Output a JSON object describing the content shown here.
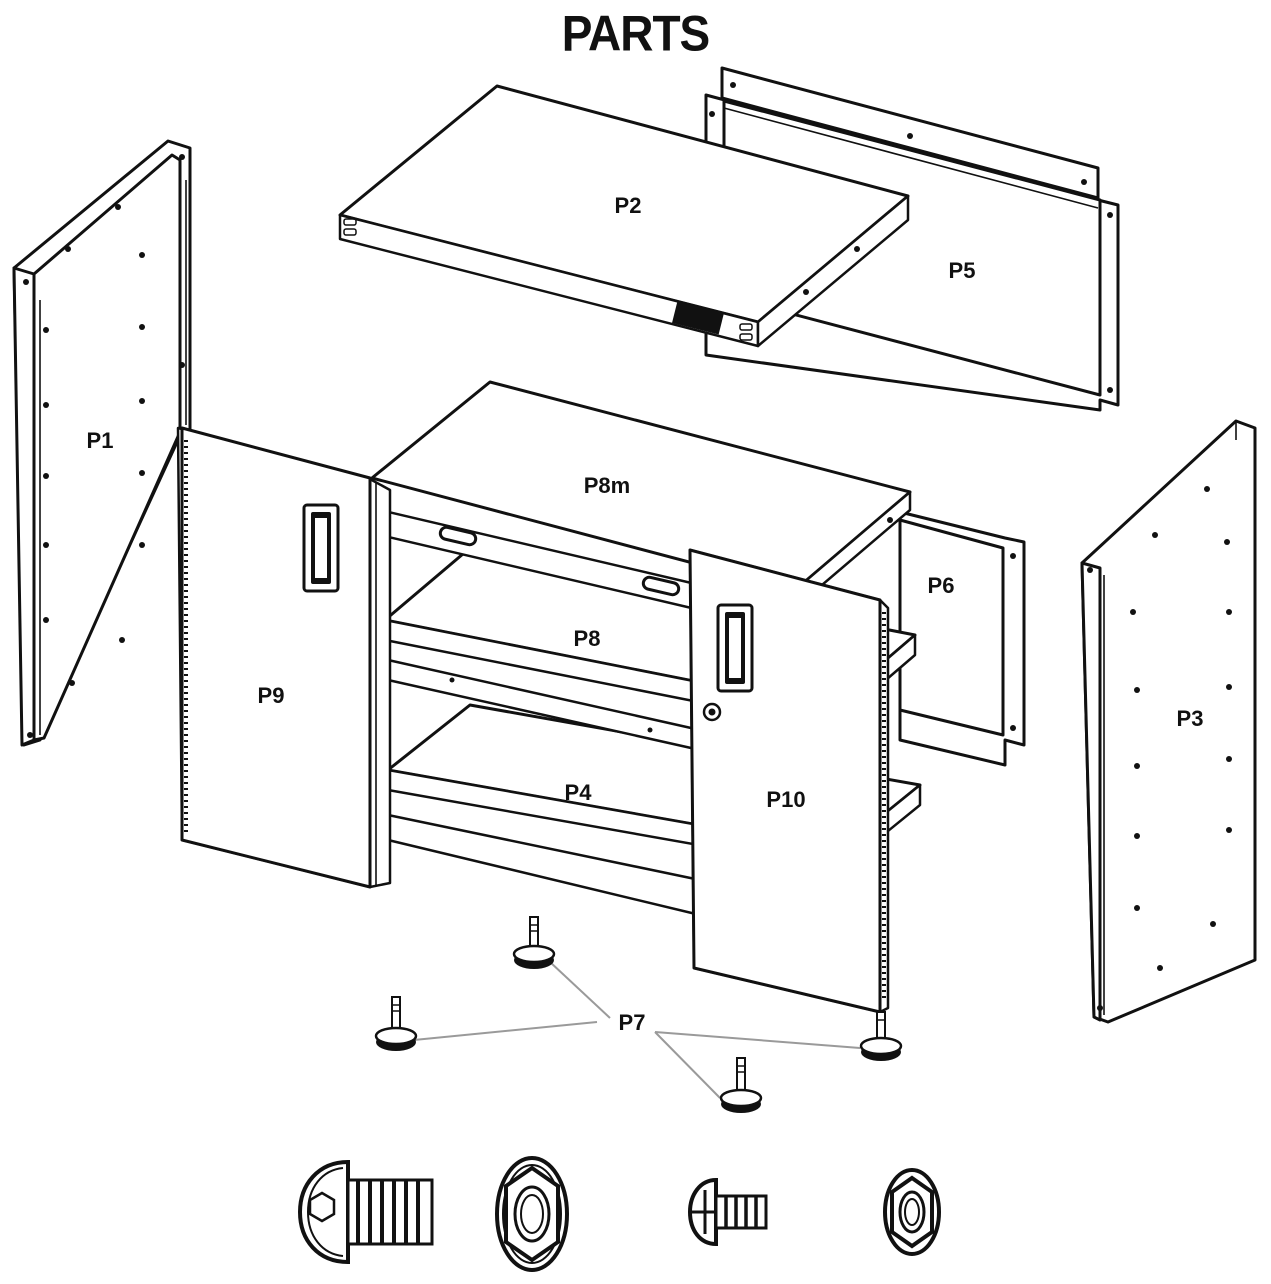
{
  "title": "PARTS",
  "parts": {
    "p1": "P1",
    "p2": "P2",
    "p3": "P3",
    "p4": "P4",
    "p5": "P5",
    "p6": "P6",
    "p7": "P7",
    "p8": "P8",
    "p8m": "P8m",
    "p9": "P9",
    "p10": "P10"
  },
  "hardware": [
    "hex-socket-button-head-bolt",
    "large-flange-hex-nut",
    "phillips-pan-head-screw",
    "small-flange-hex-nut"
  ]
}
